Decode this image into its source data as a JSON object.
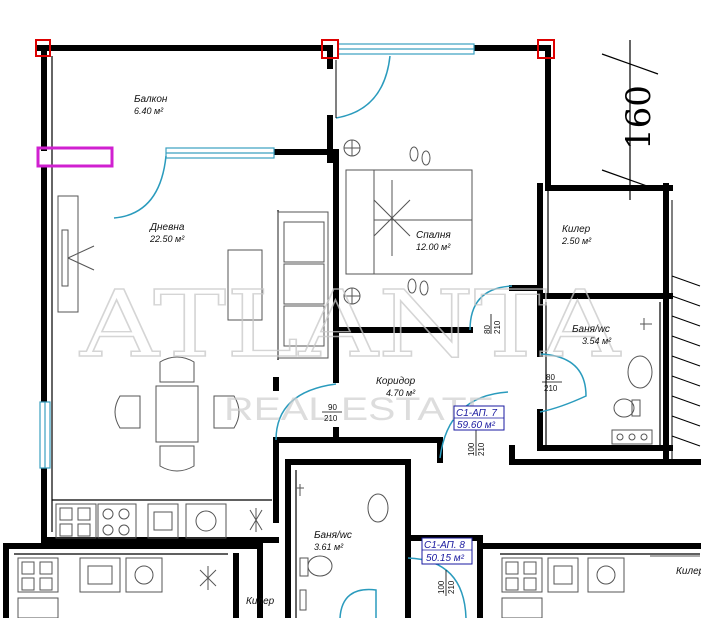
{
  "rooms": {
    "balcony": {
      "name": "Балкон",
      "area": "6.40 м²"
    },
    "living": {
      "name": "Дневна",
      "area": "22.50 м²"
    },
    "bedroom": {
      "name": "Спалня",
      "area": "12.00 м²"
    },
    "storage": {
      "name": "Килер",
      "area": "2.50 м²"
    },
    "bath1": {
      "name": "Баня/wc",
      "area": "3.54 м²"
    },
    "corridor": {
      "name": "Коридор",
      "area": "4.70 м²"
    },
    "bath2": {
      "name": "Баня/wc",
      "area": "3.61 м²"
    },
    "storage2": {
      "name": "Килер"
    },
    "storage3": {
      "name": "Килер"
    }
  },
  "doors": {
    "d1": {
      "w": "80",
      "h": "210"
    },
    "d2": {
      "w": "80",
      "h": "210"
    },
    "d3": {
      "w": "90",
      "h": "210"
    },
    "d4": {
      "w": "100",
      "h": "210"
    },
    "d5": {
      "w": "100",
      "h": "210"
    }
  },
  "apartments": {
    "a7": {
      "code": "С1-АП. 7",
      "area": "59.60 м²"
    },
    "a8": {
      "code": "С1-АП. 8",
      "area": "50.15 м²"
    }
  },
  "scale_mark": "160",
  "watermark": {
    "main": "ATLANTA",
    "sub": "REAL ESTATE"
  },
  "colors": {
    "wall": "#000000",
    "window": "#3aa0c0",
    "door": "#2a9bbd",
    "highlight": "#d020d0",
    "corner": "#dd0000"
  }
}
